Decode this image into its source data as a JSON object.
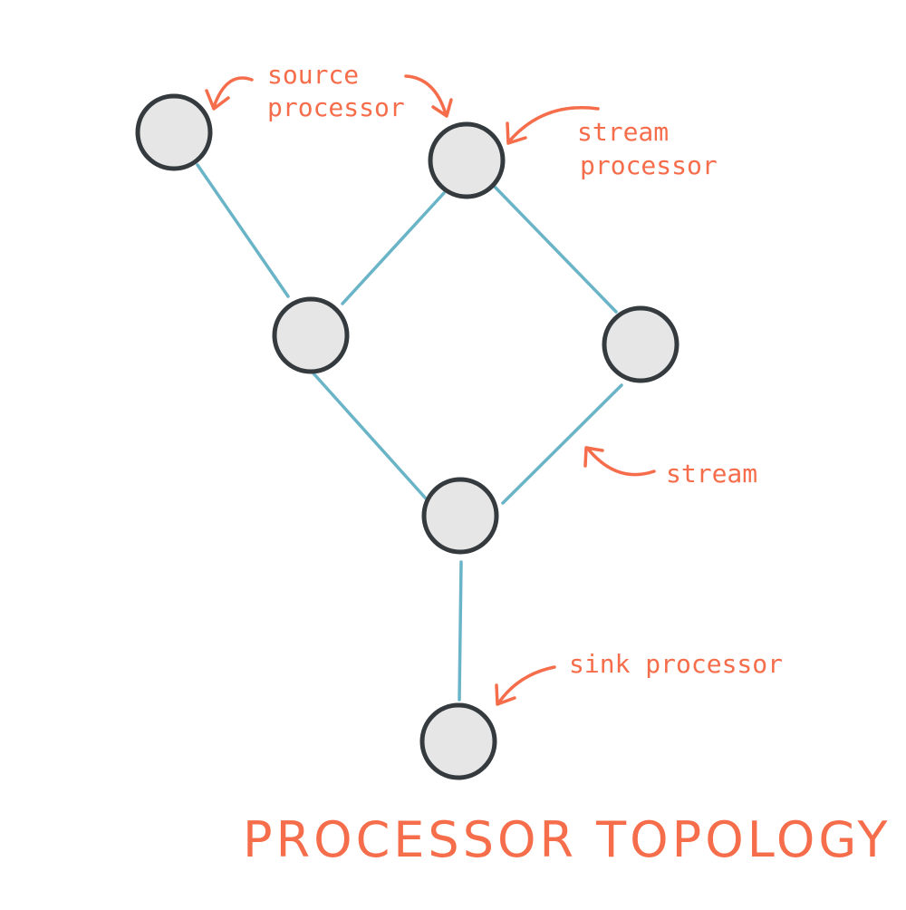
{
  "title": "PROCESSOR TOPOLOGY",
  "labels": {
    "source_line1": "source",
    "source_line2": "processor",
    "stream_processor_line1": "stream",
    "stream_processor_line2": "processor",
    "stream": "stream",
    "sink": "sink processor"
  },
  "colors": {
    "annotation": "#F56D4B",
    "edge": "#6AB4C8",
    "node_fill": "#E6E6E6",
    "node_stroke": "#343A3D"
  }
}
